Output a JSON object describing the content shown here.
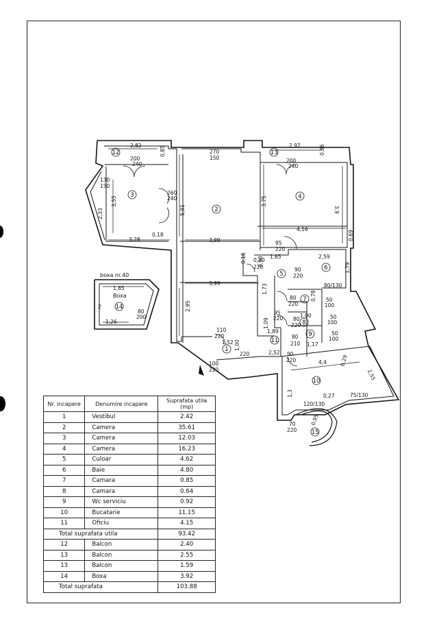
{
  "rooms": [
    {
      "id": "1"
    },
    {
      "id": "2"
    },
    {
      "id": "3"
    },
    {
      "id": "4"
    },
    {
      "id": "5"
    },
    {
      "id": "6"
    },
    {
      "id": "7"
    },
    {
      "id": "8"
    },
    {
      "id": "9"
    },
    {
      "id": "10"
    },
    {
      "id": "11"
    },
    {
      "id": "12"
    },
    {
      "id": "13"
    },
    {
      "id": "14"
    },
    {
      "id": "15"
    }
  ],
  "dimensions": {
    "d282": "2,82",
    "d085a": "0,85",
    "d200a": "200",
    "d240a": "240",
    "d130": "130",
    "d150a": "150",
    "d355": "3,55",
    "d233": "2,33",
    "d260": "260",
    "d240b": "240",
    "d328": "3,28",
    "d018": "0,18",
    "d270": "270",
    "d150b": "150",
    "d591": "5,91",
    "d399a": "3,99",
    "d399b": "3,99",
    "d295": "2,95",
    "d297": "2,97",
    "d086": "0,86",
    "d200b": "200",
    "d240c": "240",
    "d375": "3,75",
    "d39": "3,9",
    "d416": "4,16",
    "d069": "0,69",
    "d95a": "95",
    "d220a": "220",
    "d165": "1,65",
    "d259": "2,59",
    "d090a": "0,90",
    "d90a": "90",
    "d220b": "220",
    "d179": "1,79",
    "d80130": "80/130",
    "d173": "1,73",
    "d80a": "80",
    "d220c": "220",
    "d078": "0,78",
    "d50a": "50",
    "d100a": "100",
    "d95b": "95",
    "d220d": "220",
    "d100b": "1,00",
    "d80b": "80",
    "d220e": "220",
    "d50b": "50",
    "d100c": "100",
    "d109": "1,09",
    "d189": "1,89",
    "d80c": "80",
    "d210": "210",
    "d117": "1,17",
    "d50c": "50",
    "d100d": "100",
    "d110": "110",
    "d220f": "220",
    "d152": "1,52",
    "d100e": "1,00",
    "d220g": "220",
    "d252": "2,52",
    "d90b": "90",
    "d220h": "220",
    "d44": "4,4",
    "d029": "0,29",
    "d255": "2,55",
    "d13": "1,3",
    "d027": "0,27",
    "d120130": "120/130",
    "d75130": "75/130",
    "d100f": "100",
    "d220i": "220",
    "d70": "70",
    "d220j": "220",
    "d095": "0,95",
    "d016": "0,16",
    "d020": "0,20",
    "d220k": "220"
  },
  "boxa": {
    "caption": "boxa nr.40",
    "name": "Boxa",
    "w": "1,85",
    "h": "2",
    "bottom": "1,26",
    "door_w": "80",
    "door_h": "200"
  },
  "table": {
    "headers": {
      "nr": "Nr. incapere",
      "name": "Denumire incapere",
      "area": "Suprafata utila (mp)"
    },
    "rows": [
      {
        "nr": "1",
        "name": "Vestibul",
        "area": "2.42"
      },
      {
        "nr": "2",
        "name": "Camera",
        "area": "35.61"
      },
      {
        "nr": "3",
        "name": "Camera",
        "area": "12.03"
      },
      {
        "nr": "4",
        "name": "Camera",
        "area": "16.23"
      },
      {
        "nr": "5",
        "name": "Culoar",
        "area": "4.62"
      },
      {
        "nr": "6",
        "name": "Baie",
        "area": "4.80"
      },
      {
        "nr": "7",
        "name": "Camara",
        "area": "0.85"
      },
      {
        "nr": "8",
        "name": "Camara",
        "area": "0.64"
      },
      {
        "nr": "9",
        "name": "Wc serviciu",
        "area": "0.92"
      },
      {
        "nr": "10",
        "name": "Bucatarie",
        "area": "11.15"
      },
      {
        "nr": "11",
        "name": "Oficiu",
        "area": "4.15"
      }
    ],
    "subtotal": {
      "label": "Total suprafata utila",
      "area": "93.42"
    },
    "rows2": [
      {
        "nr": "12",
        "name": "Balcon",
        "area": "2.40"
      },
      {
        "nr": "13",
        "name": "Balcon",
        "area": "2.55"
      },
      {
        "nr": "13",
        "name": "Balcon",
        "area": "1.59"
      },
      {
        "nr": "14",
        "name": "Boxa",
        "area": "3.92"
      }
    ],
    "total": {
      "label": "Total suprafata",
      "area": "103.88"
    }
  }
}
